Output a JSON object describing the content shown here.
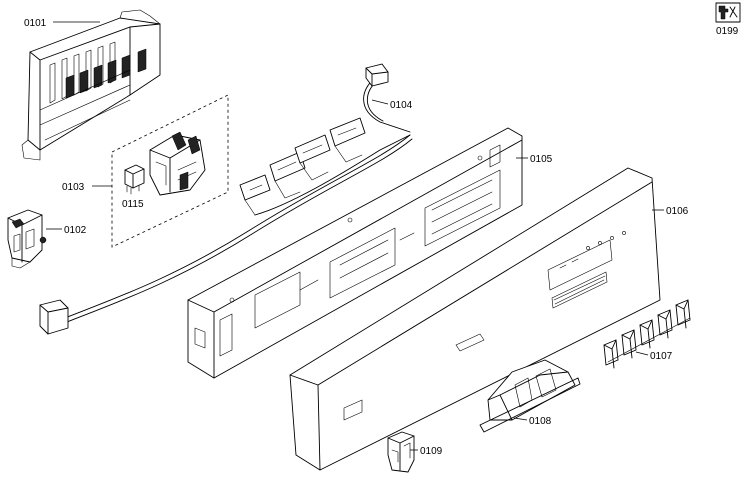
{
  "diagram": {
    "parts": [
      {
        "id": "p0101",
        "label": "0101"
      },
      {
        "id": "p0102",
        "label": "0102"
      },
      {
        "id": "p0103",
        "label": "0103"
      },
      {
        "id": "p0104",
        "label": "0104"
      },
      {
        "id": "p0105",
        "label": "0105"
      },
      {
        "id": "p0106",
        "label": "0106"
      },
      {
        "id": "p0107",
        "label": "0107"
      },
      {
        "id": "p0108",
        "label": "0108"
      },
      {
        "id": "p0109",
        "label": "0109"
      },
      {
        "id": "p0115",
        "label": "0115"
      },
      {
        "id": "p0199",
        "label": "0199"
      }
    ]
  }
}
